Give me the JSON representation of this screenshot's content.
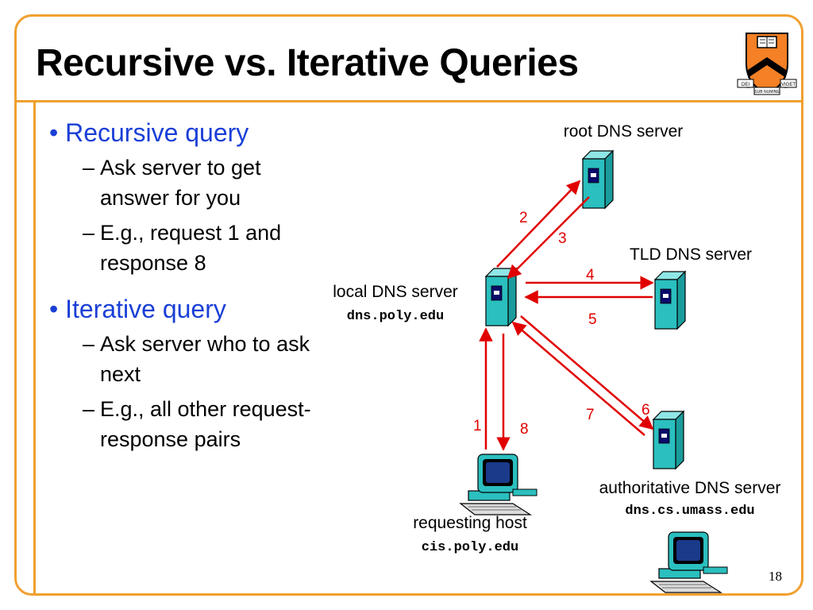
{
  "title": "Recursive vs. Iterative Queries",
  "bullets": [
    {
      "text": "Recursive query",
      "subs": [
        "Ask server to get answer for you",
        "E.g., request 1 and response 8"
      ]
    },
    {
      "text": "Iterative query",
      "subs": [
        "Ask server who to ask next",
        "E.g., all other request-response pairs"
      ]
    }
  ],
  "dash": "–",
  "bullet_mark": "•",
  "diagram": {
    "root": {
      "label": "root DNS server"
    },
    "tld": {
      "label": "TLD DNS server"
    },
    "local": {
      "label": "local DNS server",
      "host": "dns.poly.edu"
    },
    "auth": {
      "label": "authoritative DNS server",
      "host": "dns.cs.umass.edu"
    },
    "requesting": {
      "label": "requesting host",
      "host": "cis.poly.edu"
    },
    "steps": [
      "1",
      "2",
      "3",
      "4",
      "5",
      "6",
      "7",
      "8"
    ],
    "arrow_color": "#e00000",
    "server_color": "#2bbfbf"
  },
  "logo": {
    "left_text": "DEI",
    "middle_text": "SUB NUMINE",
    "right_text": "VIGET"
  },
  "page_number": "18",
  "colors": {
    "accent": "#f0a030",
    "bullet_blue": "#1a3fd6",
    "logo_orange": "#f58025"
  }
}
